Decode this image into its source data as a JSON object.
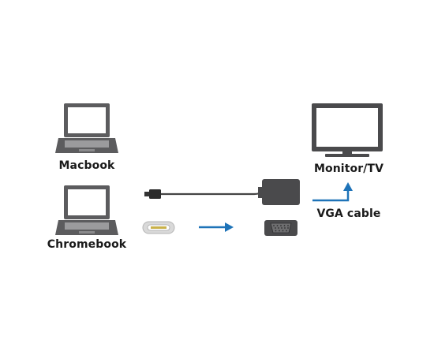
{
  "devices": {
    "macbook_label": "Macbook",
    "chromebook_label": "Chromebook",
    "monitor_label": "Monitor/TV"
  },
  "cable": {
    "vga_label": "VGA cable"
  },
  "colors": {
    "laptop_dark": "#5c5c5e",
    "laptop_keys": "#9b9b9d",
    "arrow_blue": "#1e73b8",
    "adapter": "#4a4a4c"
  }
}
